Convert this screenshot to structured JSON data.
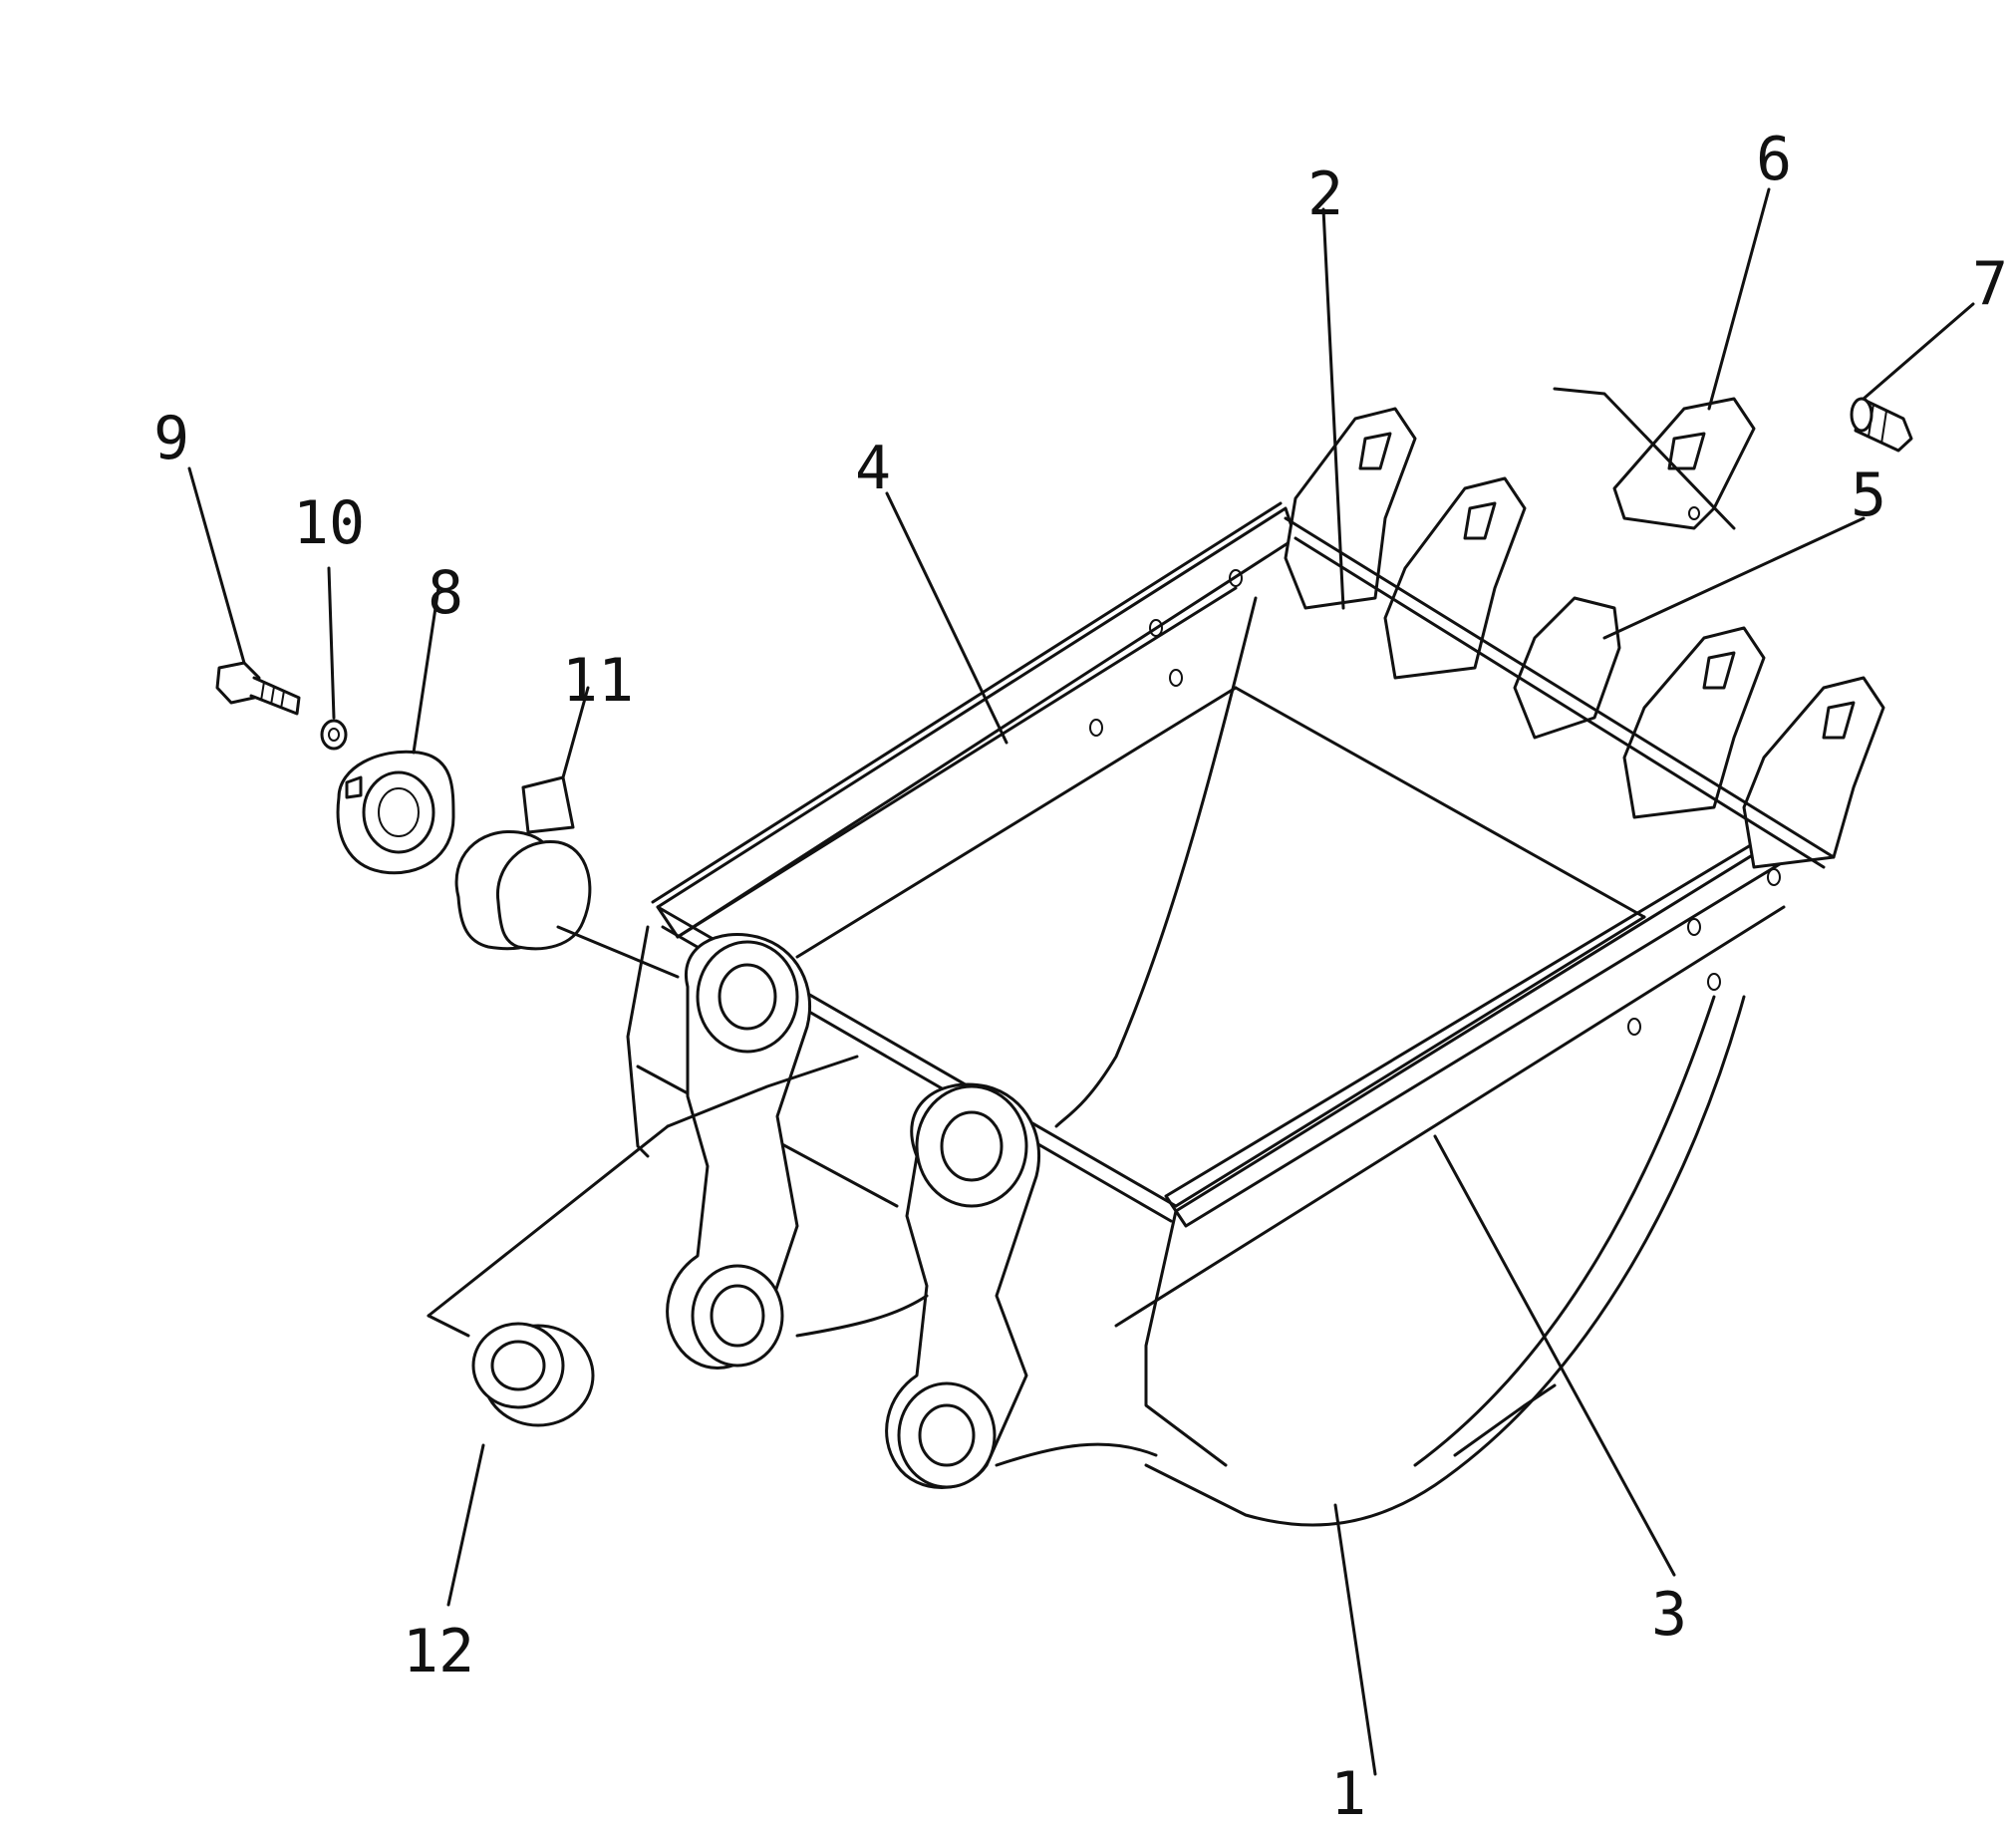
{
  "callouts": {
    "c1": "1",
    "c2": "2",
    "c3": "3",
    "c4": "4",
    "c5": "5",
    "c6": "6",
    "c7": "7",
    "c8": "8",
    "c9": "9",
    "c10": "10",
    "c11": "11",
    "c12": "12"
  },
  "style": {
    "ink": "#111111",
    "paper": "#ffffff"
  }
}
